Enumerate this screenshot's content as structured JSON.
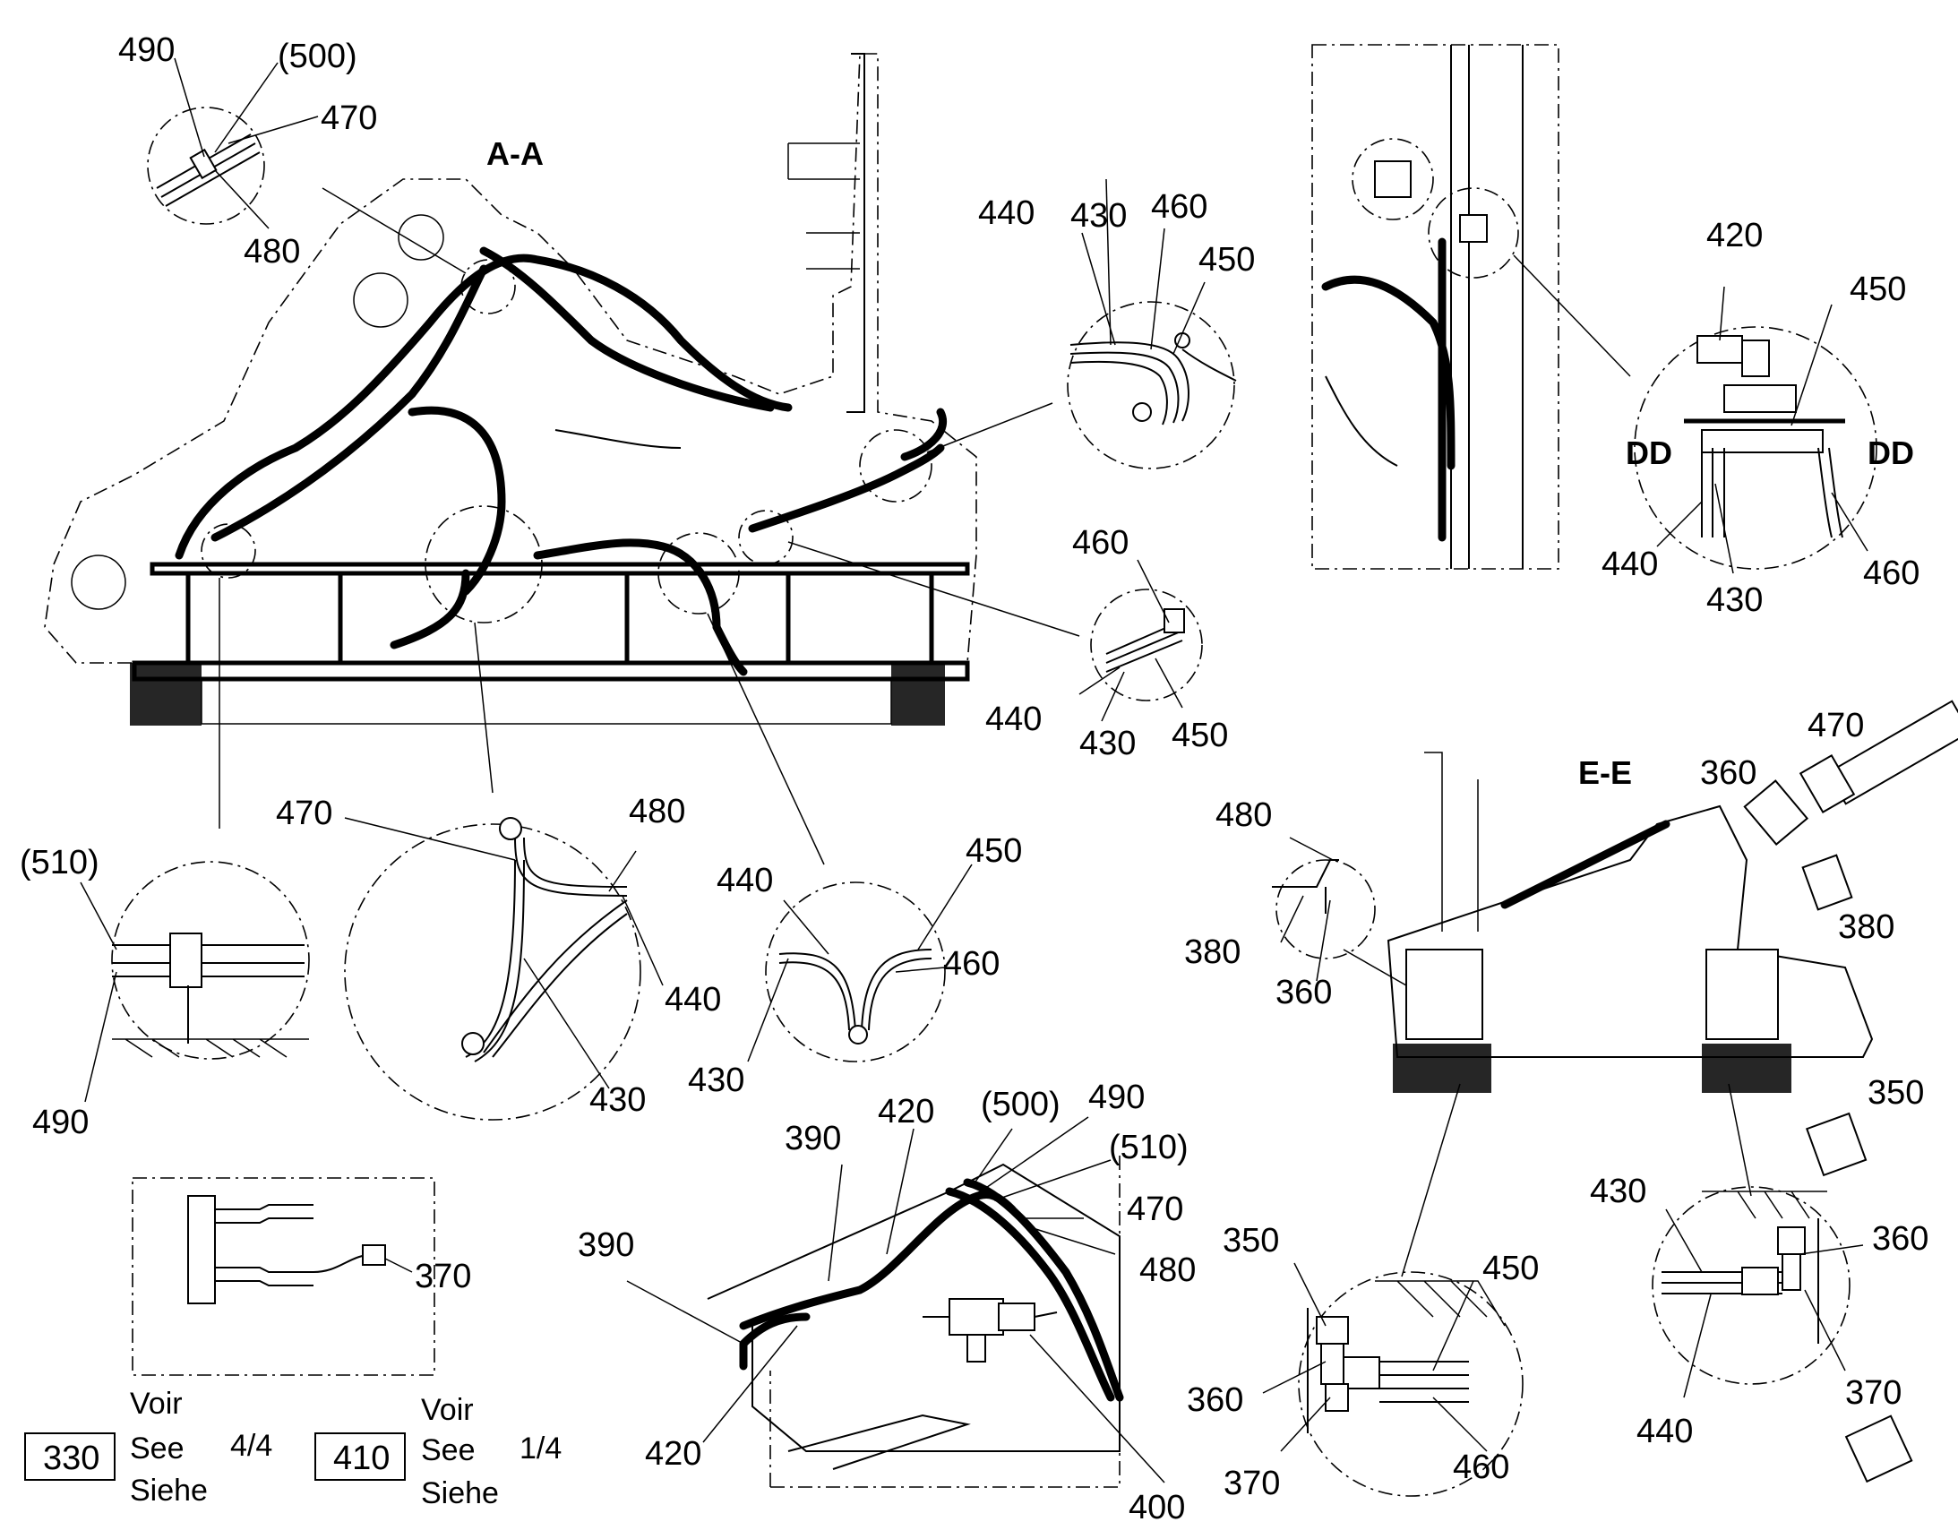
{
  "sections": {
    "aa": "A-A",
    "ee": "E-E",
    "dd_left": "DD",
    "dd_right": "DD"
  },
  "labels": {
    "l490a": "490",
    "l500a": "(500)",
    "l470a": "470",
    "l480a": "480",
    "l430a": "430",
    "l440a": "440",
    "l460a": "460",
    "l450a": "450",
    "l420a": "420",
    "l450b": "450",
    "l440b": "440",
    "l430b": "430",
    "l460b": "460",
    "l460c": "460",
    "l440c": "440",
    "l430c": "430",
    "l450c": "450",
    "l470b": "470",
    "l360a": "360",
    "l380a": "380",
    "l480b": "480",
    "l380b": "380",
    "l360b": "360",
    "l510a": "(510)",
    "l490b": "490",
    "l470c": "470",
    "l480c": "480",
    "l440d": "440",
    "l430d": "430",
    "l440e": "440",
    "l450d": "450",
    "l460d": "460",
    "l430e": "430",
    "l500b": "(500)",
    "l490c": "490",
    "l390a": "390",
    "l420b": "420",
    "l510b": "(510)",
    "l470d": "470",
    "l390b": "390",
    "l480d": "480",
    "l420c": "420",
    "l400": "400",
    "l370a": "370",
    "l350a": "350",
    "l450e": "450",
    "l360c": "360",
    "l370b": "370",
    "l460e": "460",
    "l350b": "350",
    "l430f": "430",
    "l360d": "360",
    "l370c": "370",
    "l440f": "440"
  },
  "references": [
    {
      "box": "330",
      "lines": [
        "Voir",
        "See",
        "Siehe"
      ],
      "page": "4/4"
    },
    {
      "box": "410",
      "lines": [
        "Voir",
        "See",
        "Siehe"
      ],
      "page": "1/4"
    }
  ]
}
